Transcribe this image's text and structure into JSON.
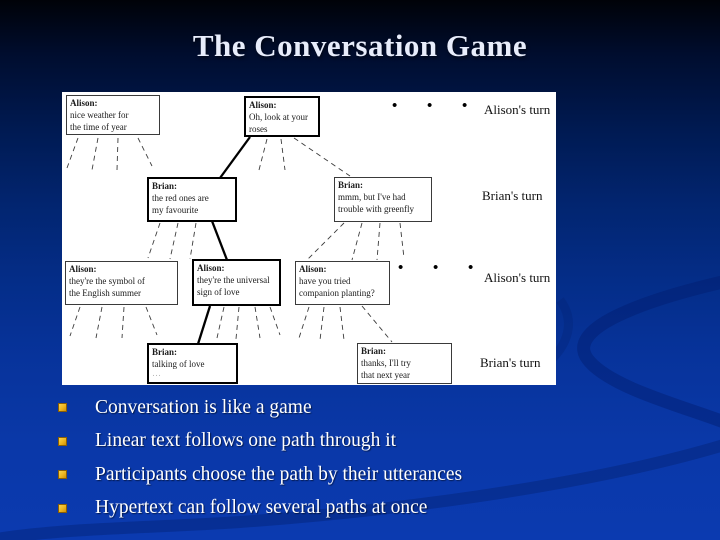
{
  "slide": {
    "title": "The Conversation Game"
  },
  "diagram": {
    "boxes": [
      {
        "speaker": "Alison:",
        "lines": [
          "nice weather for",
          "the time of year"
        ],
        "highlighted": false
      },
      {
        "speaker": "Alison:",
        "lines": [
          "Oh, look at your",
          "roses"
        ],
        "highlighted": true
      },
      {
        "speaker": "Brian:",
        "lines": [
          "the red ones are",
          "my favourite"
        ],
        "highlighted": true
      },
      {
        "speaker": "Brian:",
        "lines": [
          "mmm, but I've had",
          "trouble with greenfly"
        ],
        "highlighted": false
      },
      {
        "speaker": "Alison:",
        "lines": [
          "they're the symbol of",
          "the English summer"
        ],
        "highlighted": false
      },
      {
        "speaker": "Alison:",
        "lines": [
          "they're the universal",
          "sign of love"
        ],
        "highlighted": true
      },
      {
        "speaker": "Alison:",
        "lines": [
          "have you tried",
          "companion planting?"
        ],
        "highlighted": false
      },
      {
        "speaker": "Brian:",
        "lines": [
          "talking of love",
          "…"
        ],
        "highlighted": true
      },
      {
        "speaker": "Brian:",
        "lines": [
          "thanks, I'll try",
          "that next year"
        ],
        "highlighted": false
      }
    ],
    "turn_labels": [
      "Alison's turn",
      "Brian's turn",
      "Alison's turn",
      "Brian's turn"
    ],
    "ellipsis": "• • •"
  },
  "bullets": [
    "Conversation is like a game",
    "Linear text follows one path through it",
    "Participants choose the path by their utterances",
    "Hypertext can follow several paths at once"
  ],
  "colors": {
    "background_top": "#000208",
    "background_bottom": "#0b3ab0",
    "diagram_background": "#ffffff",
    "bullet_gold": "#edb51f",
    "title_text": "#e8edfb",
    "bullet_text": "#ffffff",
    "connector_line": "#000000"
  }
}
